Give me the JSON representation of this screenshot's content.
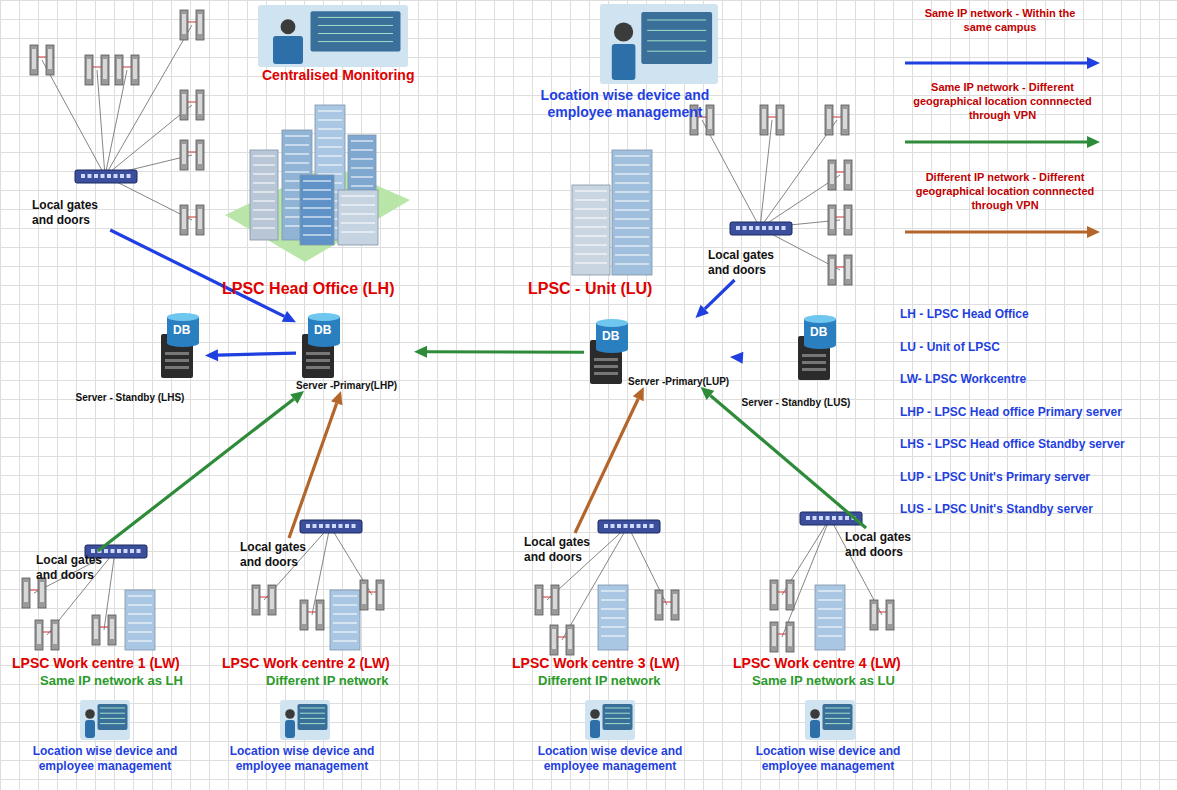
{
  "diagram": {
    "nodes": [
      {
        "text": [
          "Local gates and doors"
        ]
      },
      {
        "text": [
          "DB",
          "Server - Standby (LHS)"
        ]
      },
      {
        "text": [
          "DB",
          "Server -Primary(LHP)"
        ]
      },
      {
        "text": [
          "Local gates and doors"
        ]
      },
      {
        "text": [
          "DB",
          "Server -Primary(LUP)"
        ]
      },
      {
        "text": [
          "DB",
          "Server - Standby (LUS)"
        ]
      },
      {
        "text": [
          "Local gates and doors"
        ]
      },
      {
        "text": [
          "Local gates and doors"
        ]
      },
      {
        "text": [
          "Local gates and doors"
        ]
      },
      {
        "text": [
          "Local gates and doors"
        ]
      }
    ],
    "edges": [
      {
        "from": 0,
        "to": 2,
        "arrow": "to"
      },
      {
        "from": 2,
        "to": 1,
        "arrow": "to"
      },
      {
        "from": 4,
        "to": 2,
        "arrow": "to"
      },
      {
        "from": 3,
        "to": 4,
        "arrow": "to"
      },
      {
        "from": 4,
        "to": 5,
        "arrow": "to"
      },
      {
        "from": 6,
        "to": 2,
        "arrow": "to"
      },
      {
        "from": 7,
        "to": 2,
        "arrow": "to"
      },
      {
        "from": 8,
        "to": 4,
        "arrow": "to"
      },
      {
        "from": 9,
        "to": 4,
        "arrow": "to"
      }
    ],
    "labels": [
      "Centralised Monitoring",
      "Location wise device and employee management",
      "LPSC Head Office (LH)",
      "LPSC - Unit (LU)",
      "LPSC Work centre 1 (LW)",
      "Same IP network as LH",
      "LPSC Work centre 2 (LW)",
      "Different IP network",
      "LPSC Work centre 3 (LW)",
      "Different IP network",
      "LPSC Work centre 4 (LW)",
      "Same IP network as LU",
      "Location wise device and employee management",
      "Location wise device and employee management",
      "Location wise device and employee management",
      "Location wise device and employee management",
      "LH - LPSC Head Office",
      "LU - Unit of LPSC",
      "LW- LPSC Workcentre",
      "LHP - LPSC Head office Primary server",
      "LHS - LPSC Head office Standby server",
      "LUP - LPSC Unit's Primary server",
      "LUS - LPSC Unit's Standby server"
    ],
    "legend": [
      {
        "text": "Same IP network - Within the same campus"
      },
      {
        "text": "Same IP network - Different geographical location connnected through VPN"
      },
      {
        "text": "Different IP network - Different geographical location connnected through VPN"
      }
    ]
  }
}
